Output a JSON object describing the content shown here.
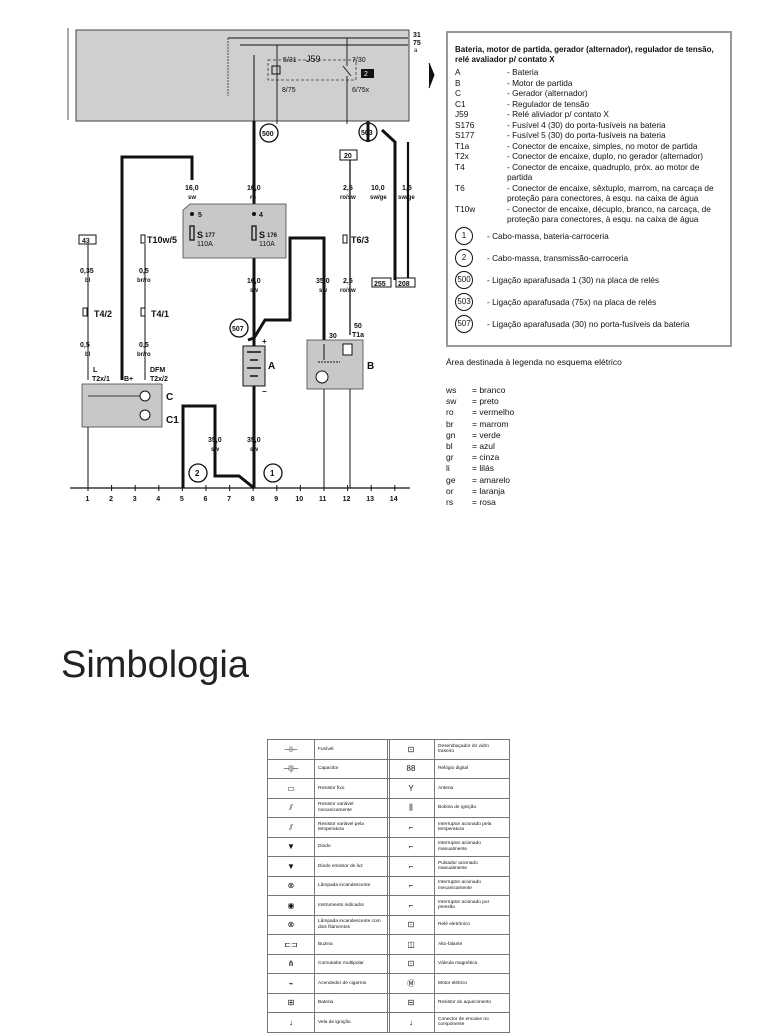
{
  "legend": {
    "title": "Bateria, motor de partida, gerador (alternador), regulador de tensão, relé avaliador p/ contato X",
    "items": [
      {
        "code": "A",
        "desc": "- Bateria"
      },
      {
        "code": "B",
        "desc": "- Motor de partida"
      },
      {
        "code": "C",
        "desc": "- Gerador (alternador)"
      },
      {
        "code": "C1",
        "desc": "- Regulador de tensão"
      },
      {
        "code": "J59",
        "desc": "- Relé aliviador p/ contato X"
      },
      {
        "code": "S176",
        "desc": "- Fusível 4 (30) do porta-fusíveis na bateria"
      },
      {
        "code": "S177",
        "desc": "- Fusível 5 (30) do porta-fusíveis na bateria"
      },
      {
        "code": "T1a",
        "desc": "- Conector de encaixe, simples, no motor de partida"
      },
      {
        "code": "T2x",
        "desc": "- Conector de encaixe, duplo, no gerador (alternador)"
      },
      {
        "code": "T4",
        "desc": "- Conector de encaixe, quadruplo, próx. ao motor de partida"
      },
      {
        "code": "T6",
        "desc": "- Conector de encaixe, sêxtuplo, marrom, na carcaça de proteção para conectores, à esqu. na caixa de água"
      },
      {
        "code": "T10w",
        "desc": "- Conector de encaixe, décuplo, branco, na carcaça, de proteção para conectores, à esqu. na caixa de água"
      }
    ],
    "circles": [
      {
        "num": "1",
        "desc": "- Cabo-massa, bateria-carroceria"
      },
      {
        "num": "2",
        "desc": "- Cabo-massa, transmissão-carroceria"
      },
      {
        "num": "500",
        "desc": "- Ligação aparafusada 1 (30) na placa de relés"
      },
      {
        "num": "503",
        "desc": "- Ligação aparafusada (75x) na placa de relés"
      },
      {
        "num": "507",
        "desc": "- Ligação aparafusada (30) no porta-fusíveis da bateria"
      }
    ]
  },
  "area_note": "Área destinada à legenda no esquema elétrico",
  "colors": [
    {
      "code": "ws",
      "name": "= branco"
    },
    {
      "code": "sw",
      "name": "= preto"
    },
    {
      "code": "ro",
      "name": "= vermelho"
    },
    {
      "code": "br",
      "name": "= marrom"
    },
    {
      "code": "gn",
      "name": "= verde"
    },
    {
      "code": "bl",
      "name": "= azul"
    },
    {
      "code": "gr",
      "name": "= cinza"
    },
    {
      "code": "li",
      "name": "= lilás"
    },
    {
      "code": "ge",
      "name": "= amarelo"
    },
    {
      "code": "or",
      "name": "= laranja"
    },
    {
      "code": "rs",
      "name": "= rosa"
    }
  ],
  "diagram": {
    "relay_panel_terms": [
      "31",
      "75",
      "a"
    ],
    "relay_label": "J59",
    "relay_pins": {
      "p1": "5/31",
      "p2": "7/30",
      "p3": "8/75",
      "p4": "6/75x",
      "box": "2"
    },
    "connections": {
      "c500": "500",
      "c503": "503",
      "c507": "507",
      "f20": "20",
      "f43": "43",
      "g1": "1",
      "g2": "2",
      "o255": "255",
      "o208": "208"
    },
    "wires": [
      {
        "size": "16,0",
        "color": "sw"
      },
      {
        "size": "16,0",
        "color": "ro"
      },
      {
        "size": "2,5",
        "color": "ro/sw"
      },
      {
        "size": "10,0",
        "color": "sw/ge"
      },
      {
        "size": "1,5",
        "color": "sw/ge"
      },
      {
        "size": "0,35",
        "color": "bl"
      },
      {
        "size": "0,5",
        "color": "br/ro"
      },
      {
        "size": "0,5",
        "color": "bl"
      },
      {
        "size": "0,5",
        "color": "br/ro"
      },
      {
        "size": "16,0",
        "color": "sw"
      },
      {
        "size": "35,0",
        "color": "sw"
      },
      {
        "size": "2,5",
        "color": "ro/sw"
      },
      {
        "size": "35,0",
        "color": "sw"
      },
      {
        "size": "35,0",
        "color": "sw"
      }
    ],
    "fuses": {
      "s177": "S",
      "s177sub": "177",
      "s177a": "110A",
      "s176": "S",
      "s176sub": "176",
      "s176a": "110A",
      "pin5": "5",
      "pin4": "4"
    },
    "connectors": {
      "t10w5": "T10w/5",
      "t63": "T6/3",
      "t42": "T4/2",
      "t41": "T4/1",
      "t2x1": "T2x/1",
      "t2x2": "T2x/2",
      "t1a": "T1a",
      "t1a_pin": "50",
      "b_pin": "30"
    },
    "components": {
      "A": "A",
      "B": "B",
      "C": "C",
      "C1": "C1",
      "L": "L",
      "Bplus": "B+",
      "DFM": "DFM",
      "plus": "+",
      "minus": "−"
    },
    "scale": [
      "1",
      "2",
      "3",
      "4",
      "5",
      "6",
      "7",
      "8",
      "9",
      "10",
      "11",
      "12",
      "13",
      "14"
    ]
  },
  "section_title": "Simbologia",
  "symbols_left": [
    {
      "icon": "fuse-icon",
      "glyph": "⊣⊢",
      "label": "Fusível"
    },
    {
      "icon": "capacitor-icon",
      "glyph": "⊣|⊢",
      "label": "Capacitor"
    },
    {
      "icon": "resistor-icon",
      "glyph": "▭",
      "label": "Resistor fixo"
    },
    {
      "icon": "variable-resistor-icon",
      "glyph": "⫽",
      "label": "Resistor variável mecanicamente"
    },
    {
      "icon": "thermistor-icon",
      "glyph": "⫽",
      "label": "Resistor variável pela temperatura"
    },
    {
      "icon": "diode-icon",
      "glyph": "▼",
      "label": "Diodo"
    },
    {
      "icon": "led-icon",
      "glyph": "▼",
      "label": "Diodo emissor de luz"
    },
    {
      "icon": "lamp-icon",
      "glyph": "⊗",
      "label": "Lâmpada incandescente"
    },
    {
      "icon": "gauge-icon",
      "glyph": "◉",
      "label": "Instrumento indicador"
    },
    {
      "icon": "dual-lamp-icon",
      "glyph": "⊗",
      "label": "Lâmpada incandescente com dois filamentos"
    },
    {
      "icon": "horn-icon",
      "glyph": "⊏⊐",
      "label": "Buzina"
    },
    {
      "icon": "multi-switch-icon",
      "glyph": "⋔",
      "label": "Comutador multipolar"
    },
    {
      "icon": "cigar-lighter-icon",
      "glyph": "⌁",
      "label": "Acendedor de cigarros"
    },
    {
      "icon": "battery-icon",
      "glyph": "⊞",
      "label": "Bateria"
    },
    {
      "icon": "spark-plug-icon",
      "glyph": "↓",
      "label": "Vela de ignição"
    }
  ],
  "symbols_right": [
    {
      "icon": "rear-defroster-icon",
      "glyph": "⊡",
      "label": "Desembaçador do vidro traseiro"
    },
    {
      "icon": "digital-clock-icon",
      "glyph": "88",
      "label": "Relógio digital"
    },
    {
      "icon": "antenna-icon",
      "glyph": "Y",
      "label": "Antena"
    },
    {
      "icon": "ignition-coil-icon",
      "glyph": "⫼",
      "label": "Bobina de ignição"
    },
    {
      "icon": "thermo-switch-icon",
      "glyph": "⌐",
      "label": "Interruptor acionado pela temperatura"
    },
    {
      "icon": "manual-switch-icon",
      "glyph": "⌐",
      "label": "Interruptor acionado manualmente"
    },
    {
      "icon": "push-button-icon",
      "glyph": "⌐",
      "label": "Pulsador acionado manualmente"
    },
    {
      "icon": "mech-switch-icon",
      "glyph": "⌐",
      "label": "Interruptor acionado mecanicamente"
    },
    {
      "icon": "pressure-switch-icon",
      "glyph": "⌐",
      "label": "Interruptor acionado por pressão"
    },
    {
      "icon": "electronic-relay-icon",
      "glyph": "⊡",
      "label": "Relé eletrônico"
    },
    {
      "icon": "speaker-icon",
      "glyph": "◫",
      "label": "Alto-falante"
    },
    {
      "icon": "solenoid-valve-icon",
      "glyph": "⊡",
      "label": "Válvula magnética"
    },
    {
      "icon": "electric-motor-icon",
      "glyph": "Ⓜ",
      "label": "Motor elétrico"
    },
    {
      "icon": "heater-resistor-icon",
      "glyph": "⊟",
      "label": "Resistor de aquecimento"
    },
    {
      "icon": "component-connector-icon",
      "glyph": "↓",
      "label": "Conector de encaixe no componente"
    }
  ]
}
